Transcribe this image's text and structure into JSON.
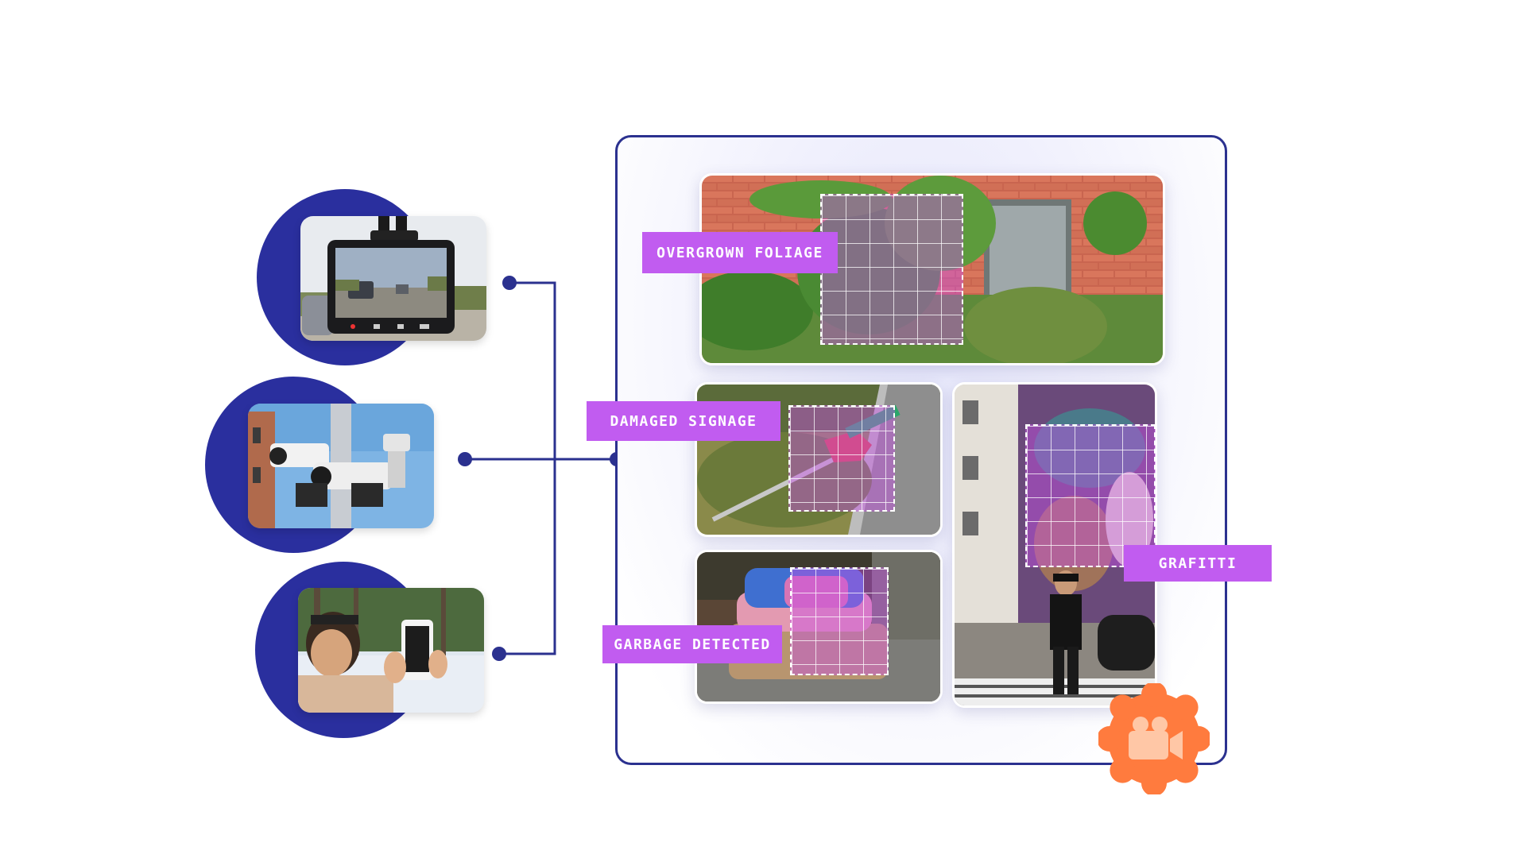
{
  "labels": {
    "overgrown_foliage": "OVERGROWN FOLIAGE",
    "damaged_signage": "DAMAGED SIGNAGE",
    "garbage_detected": "GARBAGE DETECTED",
    "grafitti": "GRAFITTI"
  },
  "sources": [
    "dashcam",
    "surveillance-camera",
    "smartphone"
  ],
  "badge_icon": "video-camera-icon",
  "colors": {
    "accent_navy": "#2a2f9e",
    "label_purple": "#c15cf0",
    "badge_orange": "#ff7b3e"
  }
}
